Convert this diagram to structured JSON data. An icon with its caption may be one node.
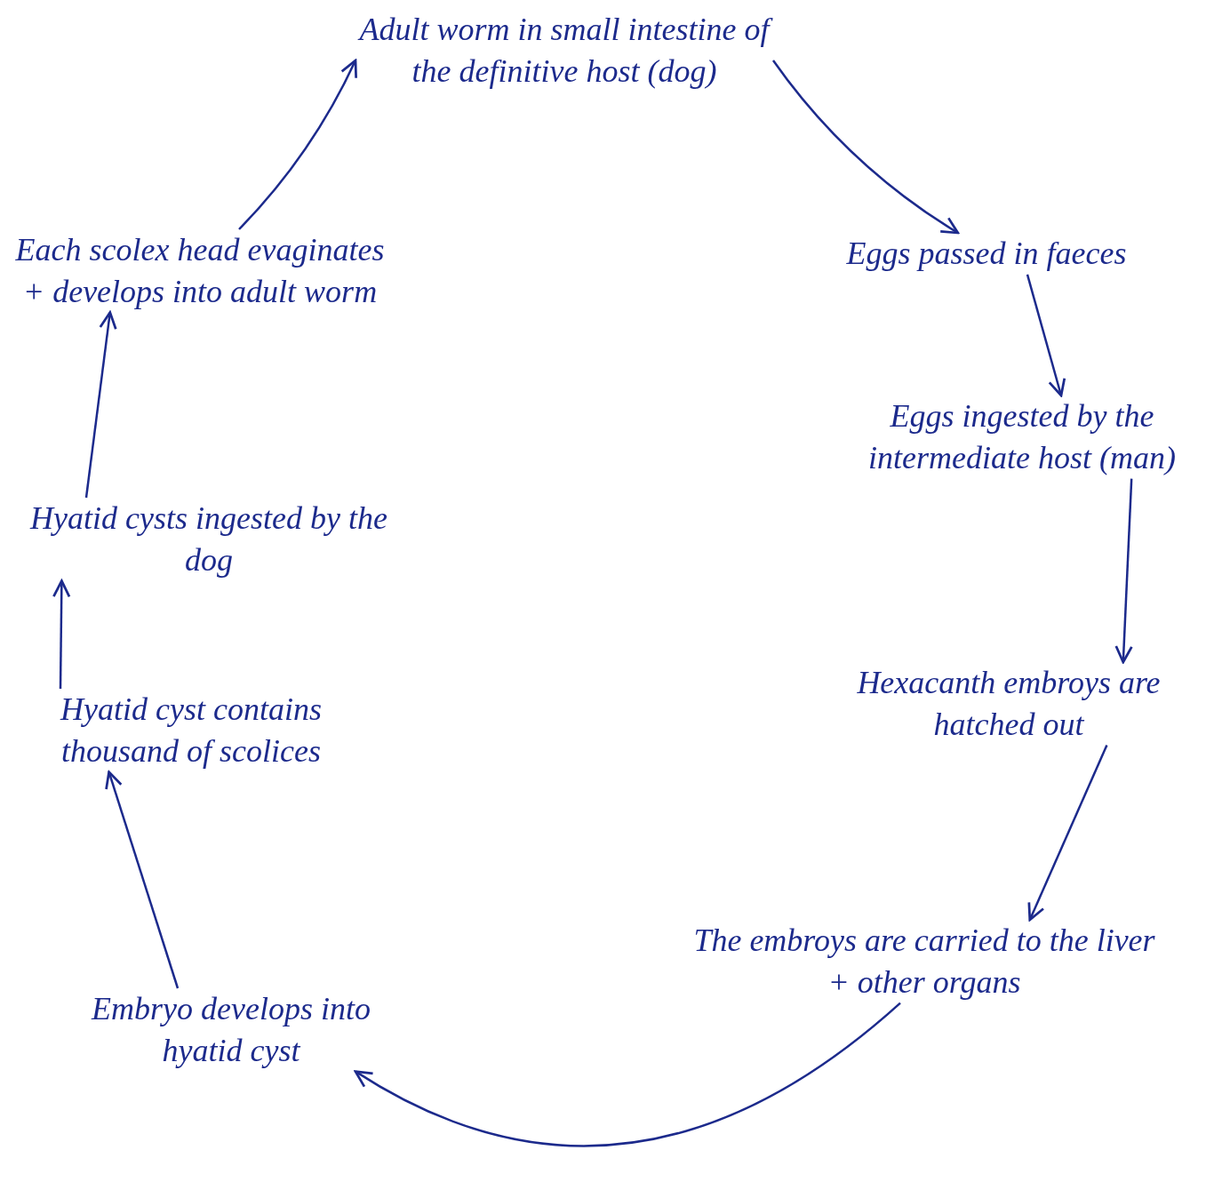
{
  "diagram": {
    "nodes": [
      {
        "text": [
          "Adult worm in small intestine of the definitive host (dog)"
        ]
      },
      {
        "text": [
          "Eggs passed in faeces"
        ]
      },
      {
        "text": [
          "Eggs ingested by the intermediate host (man)"
        ]
      },
      {
        "text": [
          "Hexacanth embroys are hatched out"
        ]
      },
      {
        "text": [
          "The embroys are carried to the liver + other organs"
        ]
      },
      {
        "text": [
          "Embryo develops into hyatid cyst"
        ]
      },
      {
        "text": [
          "Hyatid cyst contains thousand of scolices"
        ]
      },
      {
        "text": [
          "Hyatid cysts ingested by the dog"
        ]
      },
      {
        "text": [
          "Each scolex head evaginates + develops into adult worm"
        ]
      }
    ],
    "edges": [
      {
        "from": 0,
        "to": 1,
        "arrow": "to"
      },
      {
        "from": 1,
        "to": 2,
        "arrow": "to"
      },
      {
        "from": 2,
        "to": 3,
        "arrow": "to"
      },
      {
        "from": 3,
        "to": 4,
        "arrow": "to"
      },
      {
        "from": 4,
        "to": 5,
        "arrow": "to"
      },
      {
        "from": 5,
        "to": 6,
        "arrow": "to"
      },
      {
        "from": 6,
        "to": 7,
        "arrow": "to"
      },
      {
        "from": 7,
        "to": 8,
        "arrow": "to"
      },
      {
        "from": 8,
        "to": 0,
        "arrow": "to"
      }
    ]
  }
}
